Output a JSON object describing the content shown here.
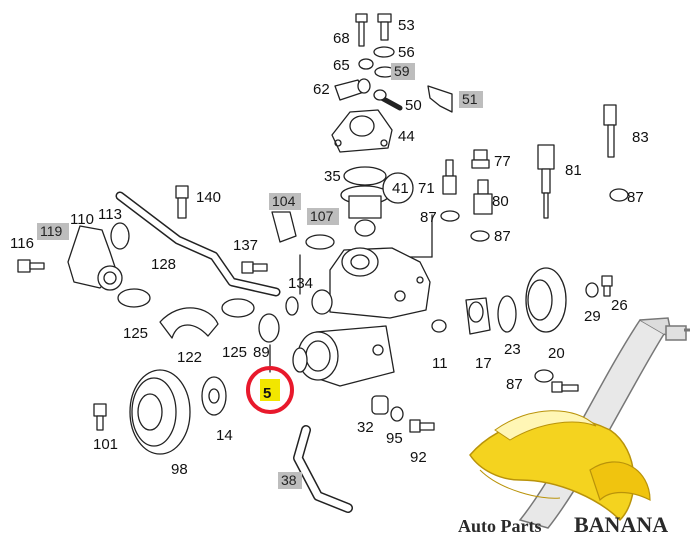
{
  "diagram": {
    "highlight_part": "5",
    "highlight_color": "#e8192c",
    "highlight_fill": "#f2e600",
    "label_box_color": "#bdbdbd",
    "labels": [
      {
        "id": "68",
        "t": "68"
      },
      {
        "id": "53",
        "t": "53"
      },
      {
        "id": "56",
        "t": "56"
      },
      {
        "id": "65",
        "t": "65"
      },
      {
        "id": "59",
        "t": "59"
      },
      {
        "id": "62",
        "t": "62"
      },
      {
        "id": "50",
        "t": "50"
      },
      {
        "id": "51",
        "t": "51"
      },
      {
        "id": "44",
        "t": "44"
      },
      {
        "id": "83",
        "t": "83"
      },
      {
        "id": "77",
        "t": "77"
      },
      {
        "id": "81",
        "t": "81"
      },
      {
        "id": "35",
        "t": "35"
      },
      {
        "id": "41",
        "t": "41"
      },
      {
        "id": "71",
        "t": "71"
      },
      {
        "id": "80",
        "t": "80"
      },
      {
        "id": "87a",
        "t": "87"
      },
      {
        "id": "87b",
        "t": "87"
      },
      {
        "id": "87c",
        "t": "87"
      },
      {
        "id": "87d",
        "t": "87"
      },
      {
        "id": "140",
        "t": "140"
      },
      {
        "id": "104",
        "t": "104"
      },
      {
        "id": "107",
        "t": "107"
      },
      {
        "id": "110",
        "t": "110"
      },
      {
        "id": "113",
        "t": "113"
      },
      {
        "id": "119",
        "t": "119"
      },
      {
        "id": "116",
        "t": "116"
      },
      {
        "id": "137",
        "t": "137"
      },
      {
        "id": "128",
        "t": "128"
      },
      {
        "id": "134",
        "t": "134"
      },
      {
        "id": "26",
        "t": "26"
      },
      {
        "id": "29",
        "t": "29"
      },
      {
        "id": "125a",
        "t": "125"
      },
      {
        "id": "125b",
        "t": "125"
      },
      {
        "id": "89",
        "t": "89"
      },
      {
        "id": "11",
        "t": "11"
      },
      {
        "id": "17",
        "t": "17"
      },
      {
        "id": "23",
        "t": "23"
      },
      {
        "id": "20",
        "t": "20"
      },
      {
        "id": "122",
        "t": "122"
      },
      {
        "id": "5",
        "t": "5"
      },
      {
        "id": "101",
        "t": "101"
      },
      {
        "id": "14",
        "t": "14"
      },
      {
        "id": "98",
        "t": "98"
      },
      {
        "id": "32",
        "t": "32"
      },
      {
        "id": "95",
        "t": "95"
      },
      {
        "id": "92",
        "t": "92"
      },
      {
        "id": "38",
        "t": "38"
      }
    ]
  },
  "watermark": {
    "brand_prefix": "Auto Parts ",
    "brand_main": "BANANA"
  }
}
